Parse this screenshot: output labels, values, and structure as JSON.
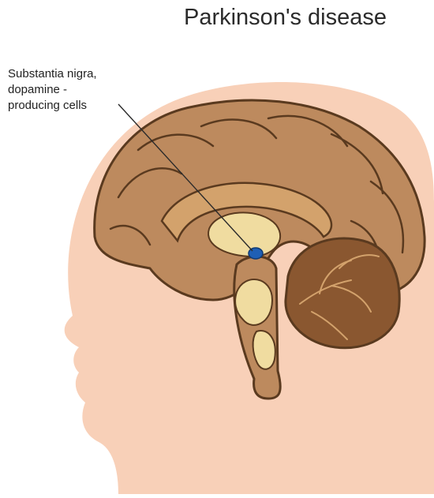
{
  "title": "Parkinson's disease",
  "label": {
    "line1": "Substantia nigra,",
    "line2": "dopamine -",
    "line3": "producing cells"
  },
  "colors": {
    "skin": "#f8d0b8",
    "brain": "#bd8a5e",
    "brain_outline": "#5a3a1f",
    "brain_inner": "#d3a26c",
    "pale": "#f0dca0",
    "cerebellum": "#8a5730",
    "highlight": "#1f5fb4"
  }
}
